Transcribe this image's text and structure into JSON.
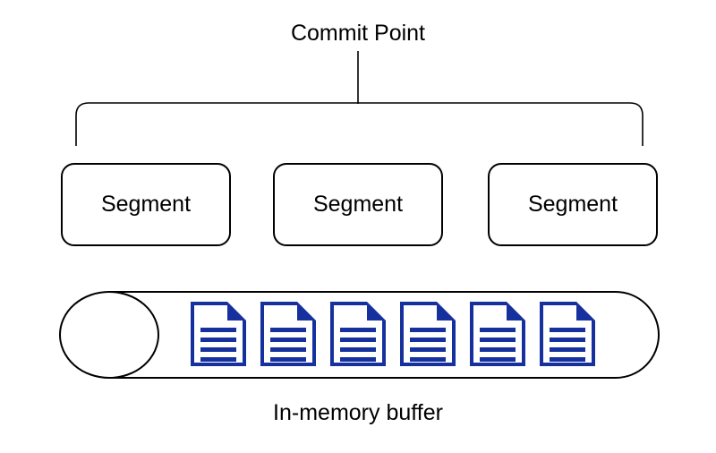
{
  "diagram": {
    "title": "Commit Point",
    "segments": [
      {
        "label": "Segment"
      },
      {
        "label": "Segment"
      },
      {
        "label": "Segment"
      }
    ],
    "buffer": {
      "label": "In-memory buffer",
      "document_count": 6,
      "document_icon": "document-icon"
    },
    "colors": {
      "line": "#000000",
      "document_blue": "#16319D",
      "background": "#FFFFFF"
    }
  }
}
